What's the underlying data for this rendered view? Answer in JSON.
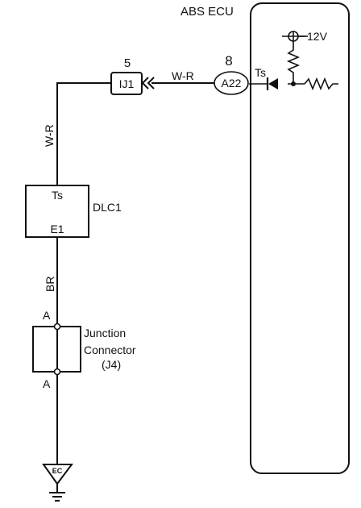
{
  "ecu": {
    "title": "ABS ECU"
  },
  "supply": {
    "voltage": "12V"
  },
  "terminal_ts": "Ts",
  "connector_a22": {
    "pin": "8",
    "name": "A22"
  },
  "connector_ij1": {
    "pin": "5",
    "name": "IJ1"
  },
  "wire_colors": {
    "top": "W-R",
    "vertical": "W-R",
    "lower": "BR"
  },
  "dlc1": {
    "name": "DLC1",
    "pin_top": "Ts",
    "pin_bottom": "E1"
  },
  "junction": {
    "line1": "Junction",
    "line2": "Connector",
    "line3": "(J4)",
    "pin_top": "A",
    "pin_bottom": "A"
  },
  "ground": {
    "label": "EC"
  }
}
